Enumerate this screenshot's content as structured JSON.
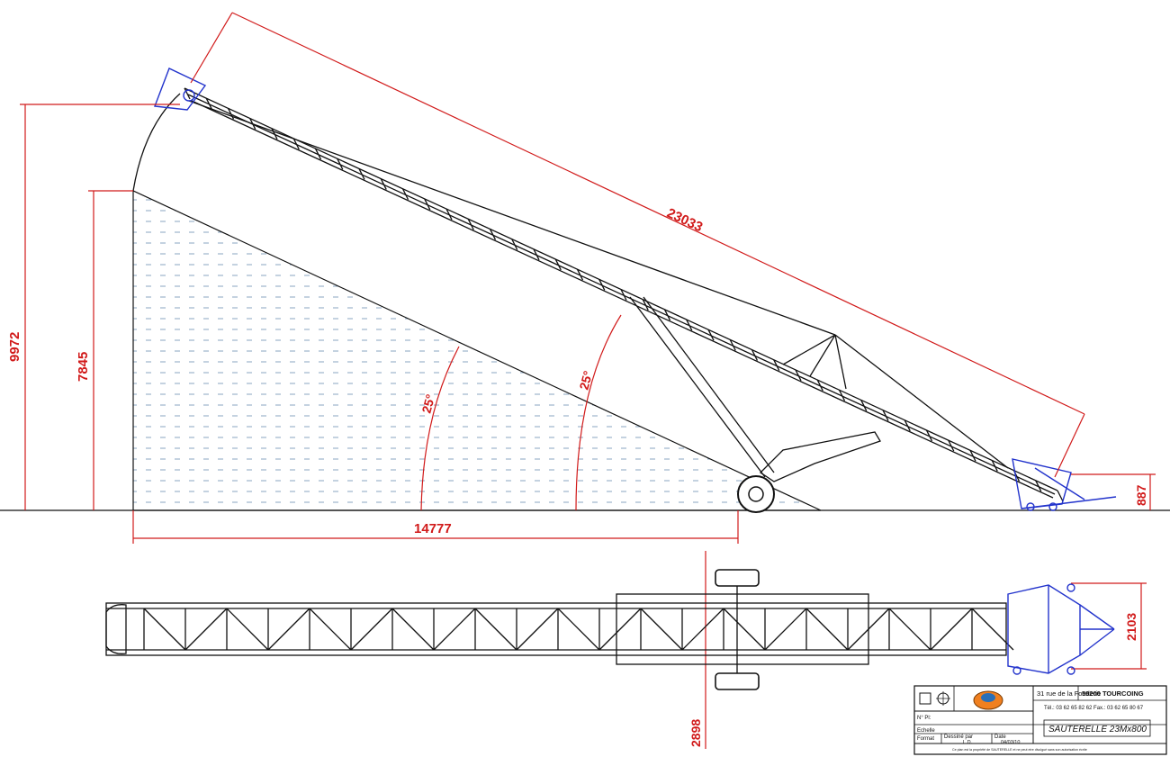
{
  "dimensions": {
    "boom_length": "23033",
    "max_height": "9972",
    "pile_height": "7845",
    "horizontal_reach": "14777",
    "discharge_height": "887",
    "angle_pile": "25°",
    "angle_boom": "25°",
    "width_hopper": "2103",
    "width_axle": "2898"
  },
  "title_block": {
    "address": "31 rue de la Fonderie",
    "city": "59200  TOURCOING",
    "phone": "Tél.: 03 62 65 82 62   Fax.: 03 62 65 80 67",
    "drawing_title": "SAUTERELLE  23Mx800",
    "no_pl_label": "N° Pl:",
    "echelle_label": "Echelle",
    "format_label": "Format",
    "dessine_label": "Dessiné par",
    "dessine_value": "L.D.",
    "date_label": "Date",
    "date_value": "04/03/10",
    "footer": "Ce plan est la propriété de SAUTERELLE et ne peut etre divulgué sans son autorisation écrite",
    "logo_icon": "company-logo-icon",
    "projection_icon": "projection-symbol-icon"
  },
  "colors": {
    "dimension": "#d11a1a",
    "structure": "#111111",
    "hopper": "#2233cc"
  }
}
